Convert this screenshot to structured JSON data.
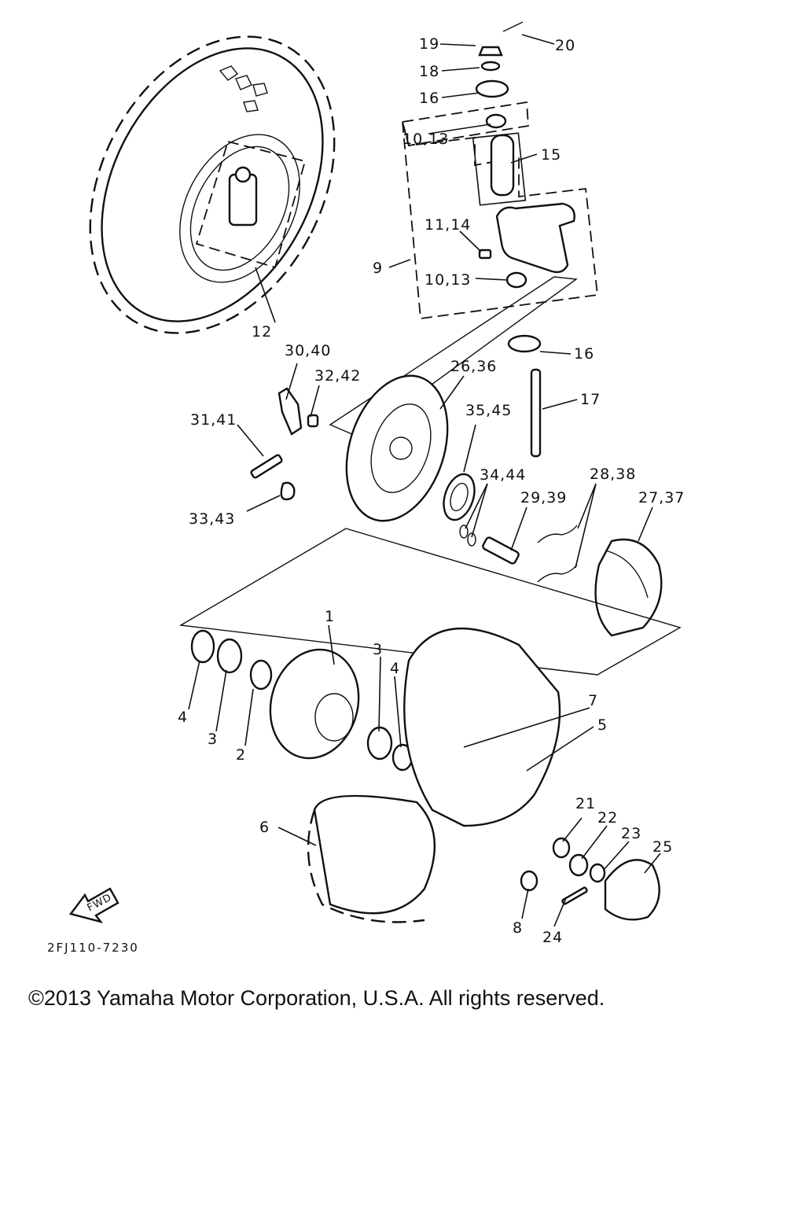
{
  "diagram": {
    "code": "2FJ110-7230",
    "fwd": "FWD",
    "copyright": "©2013 Yamaha Motor Corporation, U.S.A. All rights reserved.",
    "callouts": {
      "p1": "1",
      "p2": "2",
      "p3a": "3",
      "p3b": "3",
      "p4a": "4",
      "p4b": "4",
      "p5": "5",
      "p6": "6",
      "p7": "7",
      "p8": "8",
      "p9": "9",
      "p10_13a": "10,13",
      "p10_13b": "10,13",
      "p11_14": "11,14",
      "p12": "12",
      "p15": "15",
      "p16a": "16",
      "p16b": "16",
      "p17": "17",
      "p18": "18",
      "p19": "19",
      "p20": "20",
      "p21": "21",
      "p22": "22",
      "p23": "23",
      "p24": "24",
      "p25": "25",
      "p26_36": "26,36",
      "p27_37": "27,37",
      "p28_38": "28,38",
      "p29_39": "29,39",
      "p30_40": "30,40",
      "p31_41": "31,41",
      "p32_42": "32,42",
      "p33_43": "33,43",
      "p34_44": "34,44",
      "p35_45": "35,45"
    }
  }
}
